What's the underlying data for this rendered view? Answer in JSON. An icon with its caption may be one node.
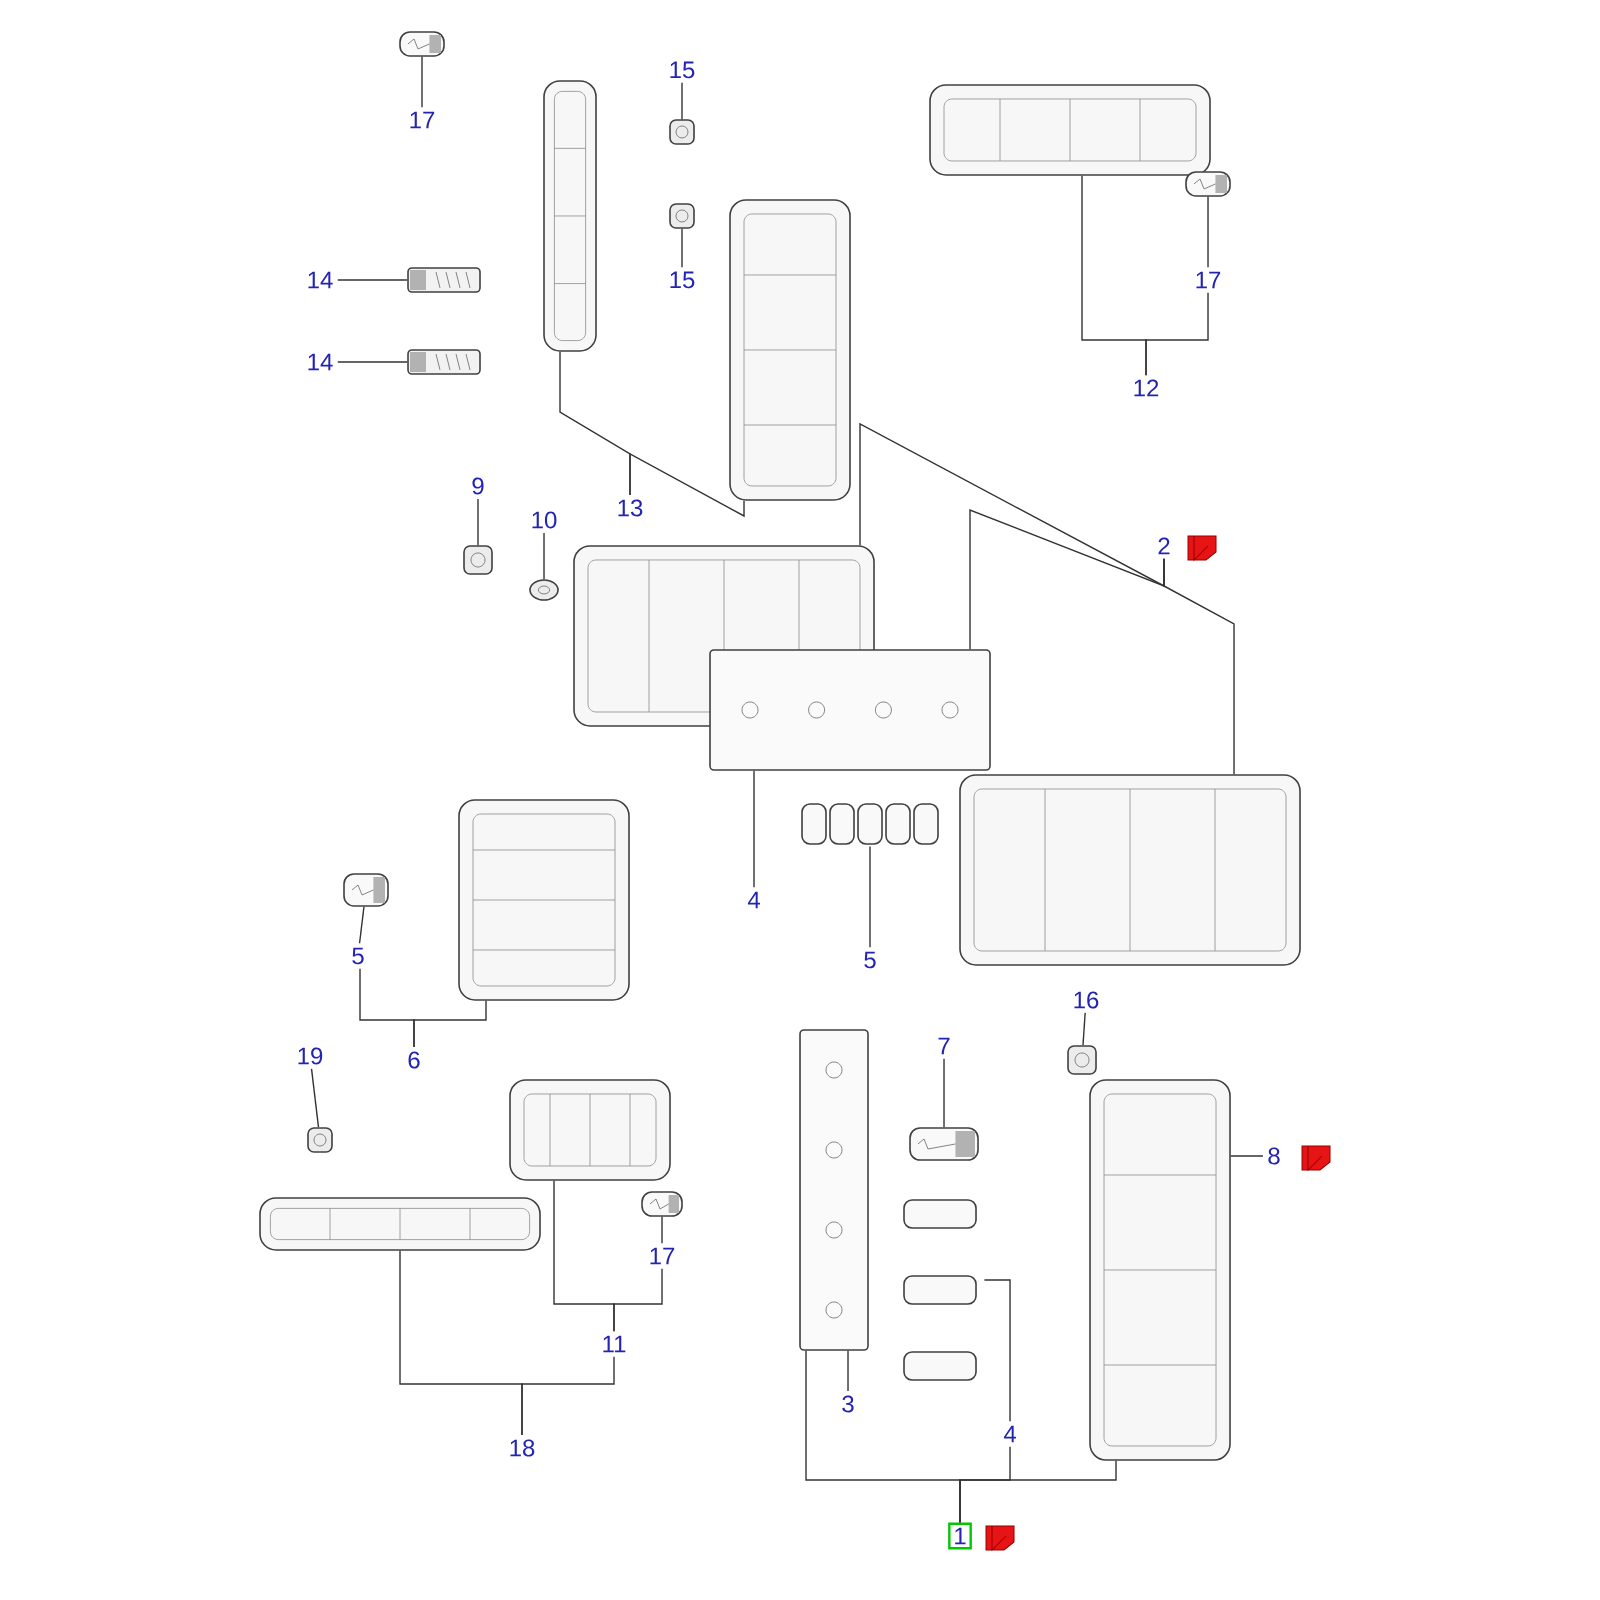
{
  "diagram": {
    "nodes": [
      {
        "text": [
          "17"
        ]
      },
      {
        "text": [],
        "shape": "picture"
      },
      {
        "text": [
          "15"
        ]
      },
      {
        "text": [],
        "shape": "picture"
      },
      {
        "text": [
          "15"
        ]
      },
      {
        "text": [],
        "shape": "picture"
      },
      {
        "text": [
          "14"
        ]
      },
      {
        "text": [],
        "shape": "picture"
      },
      {
        "text": [
          "14"
        ]
      },
      {
        "text": [],
        "shape": "picture"
      },
      {
        "text": [],
        "shape": "picture"
      },
      {
        "text": [],
        "shape": "picture"
      },
      {
        "text": [
          "13"
        ]
      },
      {
        "text": [],
        "shape": "picture"
      },
      {
        "text": [],
        "shape": "picture"
      },
      {
        "text": [
          "17"
        ]
      },
      {
        "text": [
          "12"
        ]
      },
      {
        "text": [
          "9"
        ]
      },
      {
        "text": [],
        "shape": "picture"
      },
      {
        "text": [
          "10"
        ]
      },
      {
        "text": [],
        "shape": "picture"
      },
      {
        "text": [
          "2"
        ]
      },
      {
        "text": [],
        "shape": "picture"
      },
      {
        "text": [],
        "shape": "picture"
      },
      {
        "text": [],
        "shape": "picture"
      },
      {
        "text": [
          "4"
        ]
      },
      {
        "text": [],
        "shape": "picture"
      },
      {
        "text": [
          "5"
        ]
      },
      {
        "text": [],
        "shape": "picture"
      },
      {
        "text": [],
        "shape": "picture"
      },
      {
        "text": [
          "5"
        ]
      },
      {
        "text": [
          "6"
        ]
      },
      {
        "text": [
          "19"
        ]
      },
      {
        "text": [],
        "shape": "picture"
      },
      {
        "text": [],
        "shape": "picture"
      },
      {
        "text": [],
        "shape": "picture"
      },
      {
        "text": [],
        "shape": "picture"
      },
      {
        "text": [
          "17"
        ]
      },
      {
        "text": [
          "11"
        ]
      },
      {
        "text": [
          "18"
        ]
      },
      {
        "text": [
          "16"
        ]
      },
      {
        "text": [],
        "shape": "picture"
      },
      {
        "text": [],
        "shape": "picture"
      },
      {
        "text": [
          "3"
        ]
      },
      {
        "text": [],
        "shape": "picture"
      },
      {
        "text": [
          "7"
        ]
      },
      {
        "text": [],
        "shape": "picture"
      },
      {
        "text": [
          "4"
        ]
      },
      {
        "text": [],
        "shape": "picture"
      },
      {
        "text": [
          "8"
        ]
      },
      {
        "text": [
          "1"
        ]
      }
    ],
    "edges": [
      {
        "from": 0,
        "to": 1,
        "arrow": "none"
      },
      {
        "from": 2,
        "to": 3,
        "arrow": "none"
      },
      {
        "from": 4,
        "to": 5,
        "arrow": "none"
      },
      {
        "from": 6,
        "to": 7,
        "arrow": "none"
      },
      {
        "from": 8,
        "to": 9,
        "arrow": "none"
      },
      {
        "from": 12,
        "to": 10,
        "arrow": "none"
      },
      {
        "from": 12,
        "to": 11,
        "arrow": "none"
      },
      {
        "from": 15,
        "to": 14,
        "arrow": "none"
      },
      {
        "from": 16,
        "to": 13,
        "arrow": "none"
      },
      {
        "from": 16,
        "to": 15,
        "arrow": "none"
      },
      {
        "from": 17,
        "to": 18,
        "arrow": "none"
      },
      {
        "from": 19,
        "to": 20,
        "arrow": "none"
      },
      {
        "from": 21,
        "to": 22,
        "arrow": "none"
      },
      {
        "from": 21,
        "to": 23,
        "arrow": "none"
      },
      {
        "from": 21,
        "to": 24,
        "arrow": "none"
      },
      {
        "from": 25,
        "to": 23,
        "arrow": "none"
      },
      {
        "from": 27,
        "to": 26,
        "arrow": "none"
      },
      {
        "from": 30,
        "to": 29,
        "arrow": "none"
      },
      {
        "from": 31,
        "to": 30,
        "arrow": "none"
      },
      {
        "from": 31,
        "to": 28,
        "arrow": "none"
      },
      {
        "from": 32,
        "to": 33,
        "arrow": "none"
      },
      {
        "from": 37,
        "to": 36,
        "arrow": "none"
      },
      {
        "from": 38,
        "to": 35,
        "arrow": "none"
      },
      {
        "from": 38,
        "to": 37,
        "arrow": "none"
      },
      {
        "from": 39,
        "to": 34,
        "arrow": "none"
      },
      {
        "from": 39,
        "to": 38,
        "arrow": "none"
      },
      {
        "from": 40,
        "to": 41,
        "arrow": "none"
      },
      {
        "from": 43,
        "to": 42,
        "arrow": "none"
      },
      {
        "from": 45,
        "to": 44,
        "arrow": "none"
      },
      {
        "from": 47,
        "to": 46,
        "arrow": "none"
      },
      {
        "from": 49,
        "to": 48,
        "arrow": "none"
      },
      {
        "from": 50,
        "to": 42,
        "arrow": "none"
      },
      {
        "from": 50,
        "to": 47,
        "arrow": "none"
      },
      {
        "from": 50,
        "to": 48,
        "arrow": "none"
      }
    ]
  }
}
